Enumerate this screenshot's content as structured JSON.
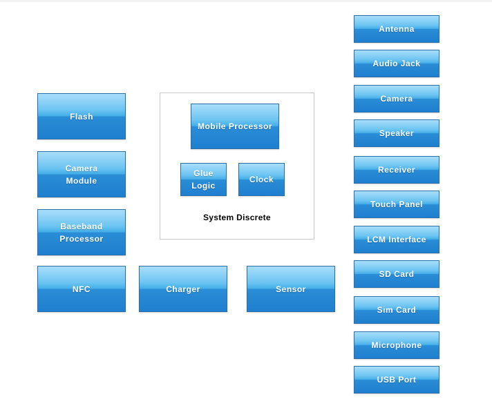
{
  "group": {
    "label": "System Discrete"
  },
  "left": {
    "flash": "Flash",
    "camera_module": [
      "Camera",
      "Module"
    ],
    "baseband": [
      "Baseband",
      "Processor"
    ],
    "nfc": "NFC"
  },
  "bottom": {
    "charger": "Charger",
    "sensor": "Sensor"
  },
  "center": {
    "mobile_processor": "Mobile Processor",
    "glue_logic": [
      "Glue",
      "Logic"
    ],
    "clock": "Clock"
  },
  "right": [
    "Antenna",
    "Audio Jack",
    "Camera",
    "Speaker",
    "Receiver",
    "Touch Panel",
    "LCM Interface",
    "SD Card",
    "Sim Card",
    "Microphone",
    "USB Port"
  ]
}
